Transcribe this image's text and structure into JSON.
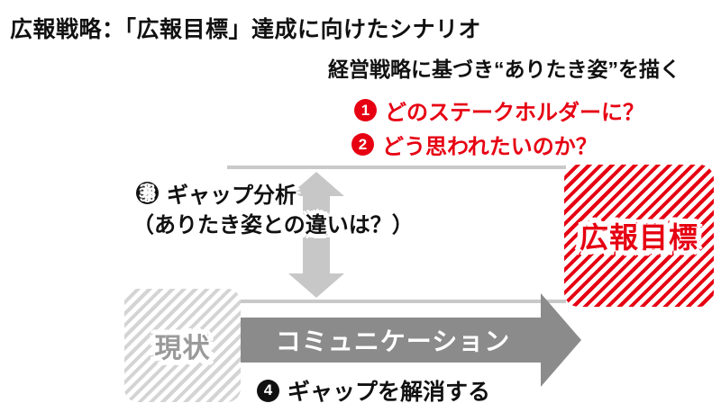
{
  "title": "広報戦略：「広報目標」達成に向けたシナリオ",
  "subtitle": "経営戦略に基づき“ありたき姿”を描く",
  "points": [
    {
      "num": "1",
      "text": "どのステークホルダーに？"
    },
    {
      "num": "2",
      "text": "どう思われたいのか？"
    },
    {
      "num": "3",
      "text": "ギャップ分析",
      "subtext": "（ありたき姿との違いは？）"
    },
    {
      "num": "4",
      "text": "ギャップを解消する"
    }
  ],
  "boxes": {
    "goal": {
      "label": "広報目標"
    },
    "current": {
      "label": "現状"
    }
  },
  "arrow": {
    "label": "コミュニケーション"
  },
  "colors": {
    "accent_red": "#e60012",
    "text_black": "#111111",
    "arrow_dark_gray": "#8b8b8b",
    "arrow_light_gray": "#c7c7c7",
    "line_gray": "#c9c9c9",
    "hatch_gray": "#d4d4d4",
    "current_label_gray": "#9a9a9a"
  }
}
